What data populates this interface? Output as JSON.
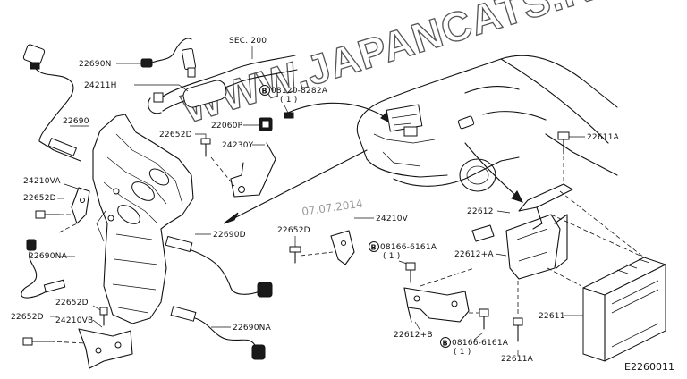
{
  "watermark": "WWW.JAPANCATS.RU",
  "date_stamp": "07.07.2014",
  "diagram_id": "E2260011",
  "labels": {
    "sec200": "SEC. 200",
    "p22690N_top": "22690N",
    "p24211H": "24211H",
    "p22690_left": "22690",
    "p08120": "08120-8282A",
    "p08120_qty": "( 1 )",
    "p22060P": "22060P",
    "p22652D_mid": "22652D",
    "p24230Y": "24230Y",
    "p24210VA": "24210VA",
    "p22652D_left": "22652D",
    "p22690NA_left": "22690NA",
    "p22690D": "22690D",
    "p22652D_center": "22652D",
    "p24210V": "24210V",
    "p22652D_low": "22652D",
    "p22652D_bottom": "22652D",
    "p24210VB": "24210VB",
    "p22690NA_bottom": "22690NA",
    "p08166_top": "08166-6161A",
    "p08166_top_qty": "( 1 )",
    "p22612B": "22612+B",
    "p08166_bottom": "08166-6161A",
    "p08166_bottom_qty": "( 1 )",
    "p22611A_top": "22611A",
    "p22612": "22612",
    "p22612A": "22612+A",
    "p22611A_bottom": "22611A",
    "p22611": "22611"
  },
  "icons": [
    "bolt-marker-icon",
    "oxygen-sensor-icon",
    "ecu-unit-icon",
    "vehicle-outline-icon"
  ]
}
